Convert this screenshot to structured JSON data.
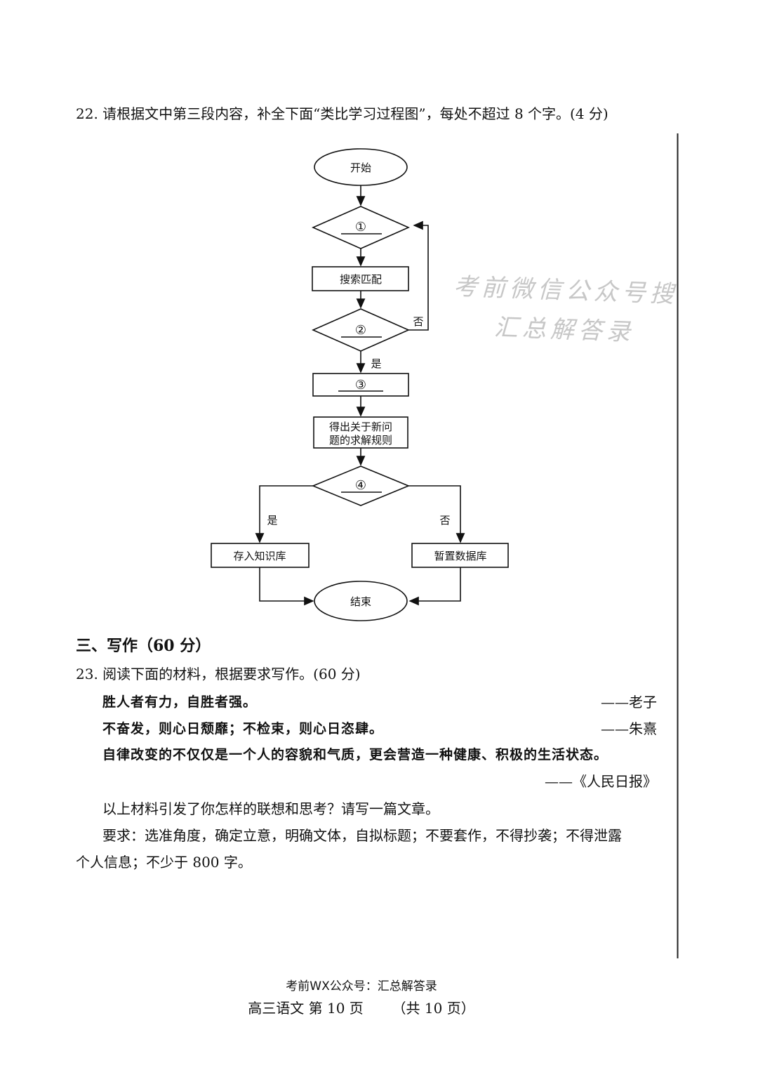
{
  "q22": {
    "text": "22. 请根据文中第三段内容，补全下面“类比学习过程图”，每处不超过 8 个字。(4 分)"
  },
  "flowchart": {
    "start": "开始",
    "blank1": "①",
    "search": "搜索匹配",
    "blank2": "②",
    "no_loop": "否",
    "yes_down": "是",
    "blank3": "③",
    "rule_line1": "得出关于新问",
    "rule_line2": "题的求解规则",
    "blank4": "④",
    "yes_left": "是",
    "no_right": "否",
    "store": "存入知识库",
    "temp": "暂置数据库",
    "end": "结束"
  },
  "watermark": {
    "line1": "考前微信公众号搜",
    "line2": "汇总解答录"
  },
  "section3": {
    "title": "三、写作（60 分）",
    "q23": "23. 阅读下面的材料，根据要求写作。(60 分)",
    "quotes": [
      {
        "text": "胜人者有力，自胜者强。",
        "source": "——老子"
      },
      {
        "text": "不奋发，则心日颓靡；不检束，则心日恣肆。",
        "source": "——朱熹"
      },
      {
        "text": "自律改变的不仅仅是一个人的容貌和气质，更会营造一种健康、积极的生活状态。",
        "source": "——《人民日报》"
      }
    ],
    "prompt": "以上材料引发了你怎样的联想和思考？请写一篇文章。",
    "req_line1": "要求：选准角度，确定立意，明确文体，自拟标题；不要套作，不得抄袭；不得泄露",
    "req_line2": "个人信息；不少于 800 字。"
  },
  "footer": {
    "note": "考前WX公众号：汇总解答录",
    "page": "高三语文  第 10 页",
    "total": "（共 10 页）"
  }
}
